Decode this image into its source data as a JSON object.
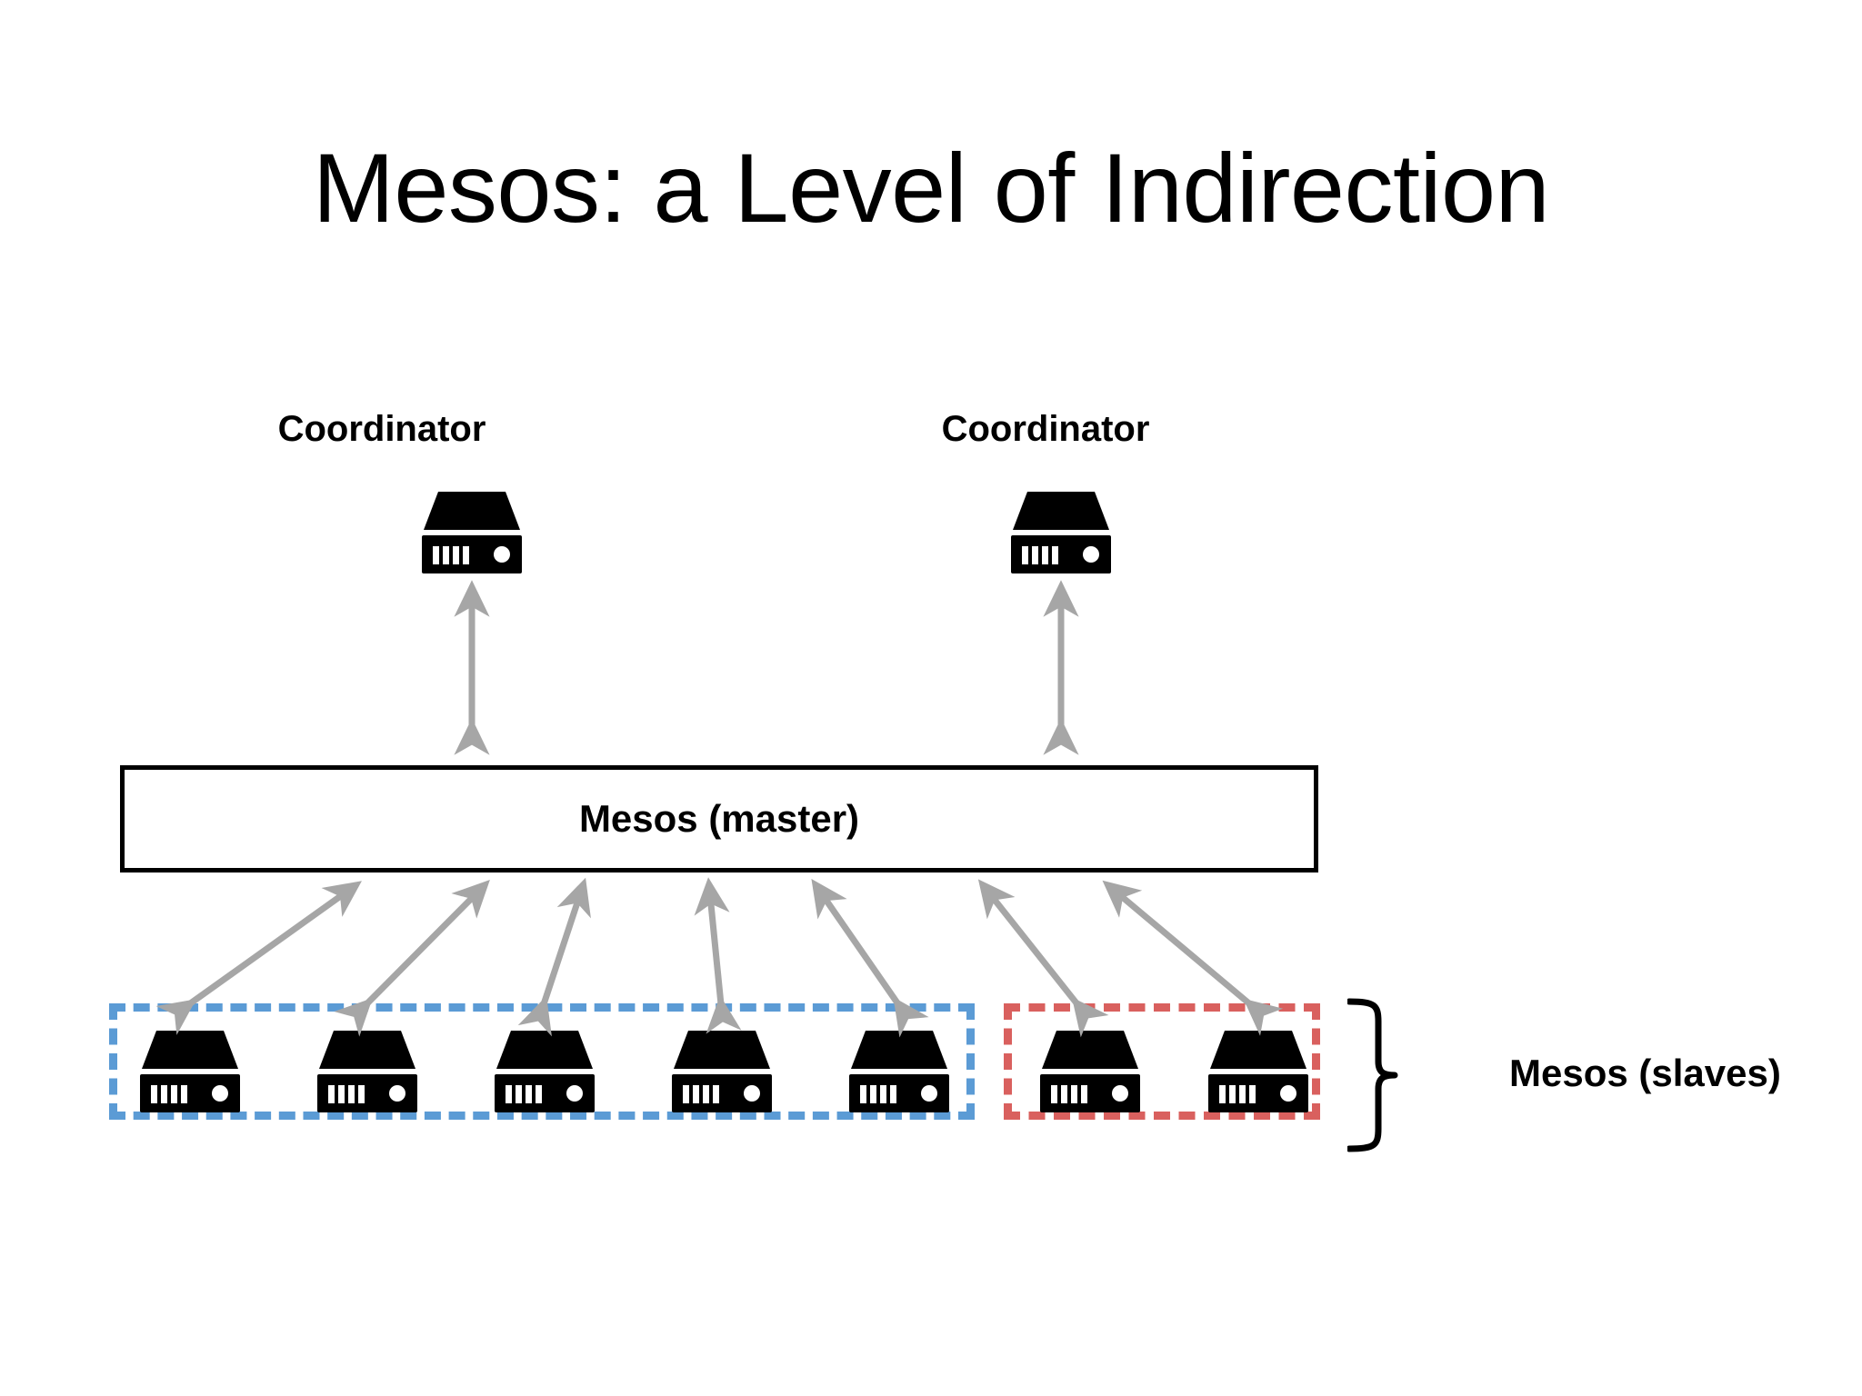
{
  "slide": {
    "title": "Mesos: a Level of Indirection",
    "background_color": "#FFFFFF"
  },
  "colors": {
    "text": "#000000",
    "arrow_gray": "#A6A6A6",
    "blue_group": "#5B9BD5",
    "red_group": "#D9605E",
    "master_border": "#000000"
  },
  "coordinators": [
    {
      "label": "Coordinator",
      "icon": "server-icon"
    },
    {
      "label": "Coordinator",
      "icon": "server-icon"
    }
  ],
  "master": {
    "label": "Mesos (master)"
  },
  "slaves": {
    "label": "Mesos (slaves)",
    "brace_icon": "curly-brace-icon",
    "groups": [
      {
        "group_name": "blue-group",
        "border_color": "#5B9BD5",
        "border_style": "dashed",
        "nodes": [
          {
            "icon": "server-icon"
          },
          {
            "icon": "server-icon"
          },
          {
            "icon": "server-icon"
          },
          {
            "icon": "server-icon"
          },
          {
            "icon": "server-icon"
          }
        ]
      },
      {
        "group_name": "red-group",
        "border_color": "#D9605E",
        "border_style": "dashed",
        "nodes": [
          {
            "icon": "server-icon"
          },
          {
            "icon": "server-icon"
          }
        ]
      }
    ]
  },
  "connections": {
    "coordinator_to_master": [
      {
        "from": "coordinator-0",
        "to": "mesos-master",
        "style": "double-arrow-vertical"
      },
      {
        "from": "coordinator-1",
        "to": "mesos-master",
        "style": "double-arrow-vertical"
      }
    ],
    "master_to_slaves": [
      {
        "from": "mesos-master",
        "to": "slave-0",
        "style": "double-arrow"
      },
      {
        "from": "mesos-master",
        "to": "slave-1",
        "style": "double-arrow"
      },
      {
        "from": "mesos-master",
        "to": "slave-2",
        "style": "double-arrow"
      },
      {
        "from": "mesos-master",
        "to": "slave-3",
        "style": "double-arrow"
      },
      {
        "from": "mesos-master",
        "to": "slave-4",
        "style": "double-arrow"
      },
      {
        "from": "mesos-master",
        "to": "slave-5",
        "style": "double-arrow"
      },
      {
        "from": "mesos-master",
        "to": "slave-6",
        "style": "double-arrow"
      }
    ]
  },
  "layout": {
    "slave_x_positions": [
      150,
      345,
      540,
      735,
      930,
      1140,
      1325
    ],
    "arrow_tail_x": [
      330,
      480,
      590,
      700,
      800,
      915,
      1040
    ],
    "arrow_head_x": [
      208,
      403,
      598,
      793,
      988,
      1198,
      1383
    ]
  }
}
